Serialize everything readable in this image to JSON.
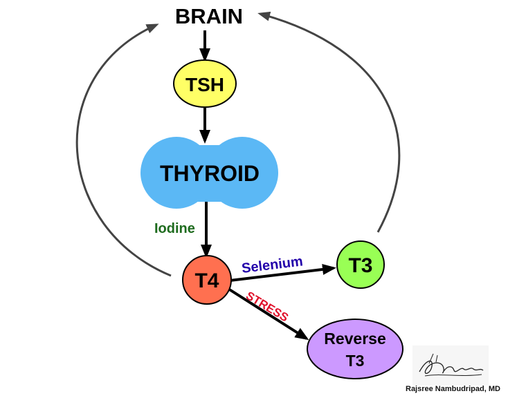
{
  "nodes": {
    "brain": "BRAIN",
    "tsh": "TSH",
    "thyroid": "THYROID",
    "t4": "T4",
    "t3": "T3",
    "reverse_t3_line1": "Reverse",
    "reverse_t3_line2": "T3"
  },
  "edges": {
    "iodine": "Iodine",
    "selenium": "Selenium",
    "stress": "STRESS"
  },
  "credit": "Rajsree Nambudripad, MD",
  "signature_text": "Rajsree Nambudripad",
  "colors": {
    "tsh": "#FFFF66",
    "thyroid": "#5BB8F5",
    "t4": "#FF7050",
    "t3": "#99FF55",
    "reverse_t3": "#CC99FF",
    "iodine_label": "#1E6B1E",
    "selenium_label": "#2200AA",
    "stress_label": "#E0102A",
    "feedback_arrow": "#444444"
  }
}
